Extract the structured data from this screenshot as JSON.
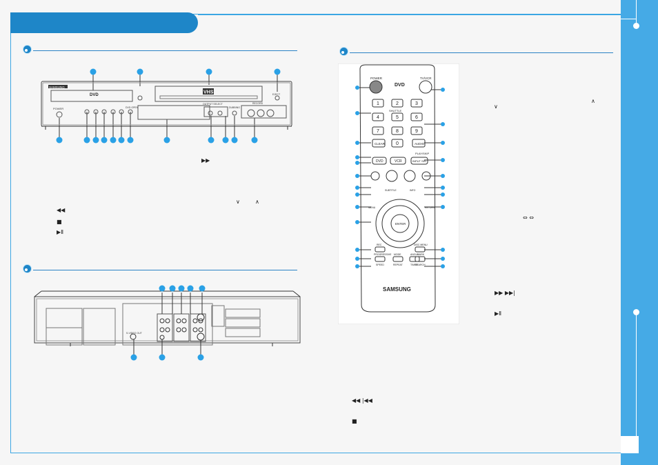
{
  "front_panel": {
    "brand": "SAMSUNG",
    "dvd_logo": "DVD",
    "vhs_logo": "VHS",
    "labels": {
      "power": "POWER",
      "eject": "EJECT",
      "output_select": "OUTPUT SELECT",
      "dvd_open": "DVD OPEN",
      "dubbing": "DUBBING",
      "record": "RECORD"
    }
  },
  "remote": {
    "power": "POWER",
    "tv_vcr": "TV/VCR",
    "dvd_logo": "DVD",
    "keypad": [
      "1",
      "2",
      "3",
      "4",
      "5",
      "6",
      "7",
      "8",
      "9",
      "0"
    ],
    "shuttle": "SHUTTLE",
    "clear": "CLEAR",
    "audio": "AUDIO",
    "dvd_btn": "DVD",
    "vcr_btn": "VCR",
    "inputsel": "INPUT SEL",
    "enter": "ENTER",
    "brand": "SAMSUNG",
    "labels_small": {
      "menu": "MENU",
      "return": "RETURN",
      "subtitle": "SUBTITLE",
      "info": "INFO",
      "progressive": "PROGRESSIVE",
      "speed": "SPEED",
      "mode": "MODE",
      "repeat": "REPEAT",
      "angle": "ANGLE",
      "timer": "TIMER",
      "disc_menu": "DISC MENU",
      "marker": "MARK",
      "search": "SEARCH",
      "rec": "REC",
      "play_skip": "PLAY/SKIP"
    }
  },
  "rear_panel": {
    "labels": {
      "s_video": "S-VIDEO OUT"
    }
  },
  "colors": {
    "accent": "#1e86c8",
    "side_band": "#45aae6",
    "callout": "#2aa1e6"
  }
}
